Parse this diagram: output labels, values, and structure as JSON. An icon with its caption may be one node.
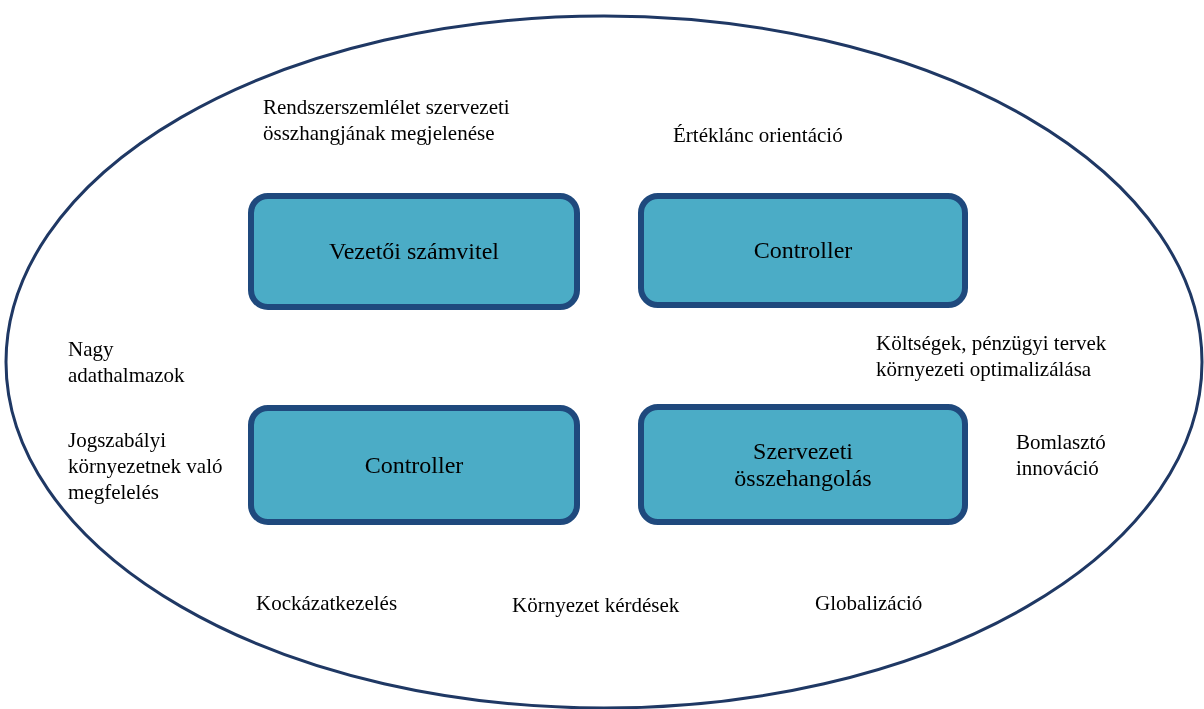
{
  "diagram": {
    "nodes": [
      {
        "text": [],
        "shape": "ellipse"
      },
      {
        "text": [
          "Vezetői számvitel"
        ],
        "in": 0
      },
      {
        "text": [
          "Controller"
        ],
        "in": 0
      },
      {
        "text": [
          "Controller"
        ],
        "in": 0
      },
      {
        "text": [
          "Szervezeti összehangolás"
        ],
        "in": 0
      }
    ],
    "labels": [
      "Rendszerszemlélet szervezeti összhangjának megjelenése",
      "Értéklánc orientáció",
      "Nagy adathalmazok",
      "Költségek, pénzügyi tervek környezeti optimalizálása",
      "Jogszabályi környezetnek való megfelelés",
      "Bomlasztó innováció",
      "Kockázatkezelés",
      "Környezet kérdések",
      "Globalizáció"
    ]
  }
}
